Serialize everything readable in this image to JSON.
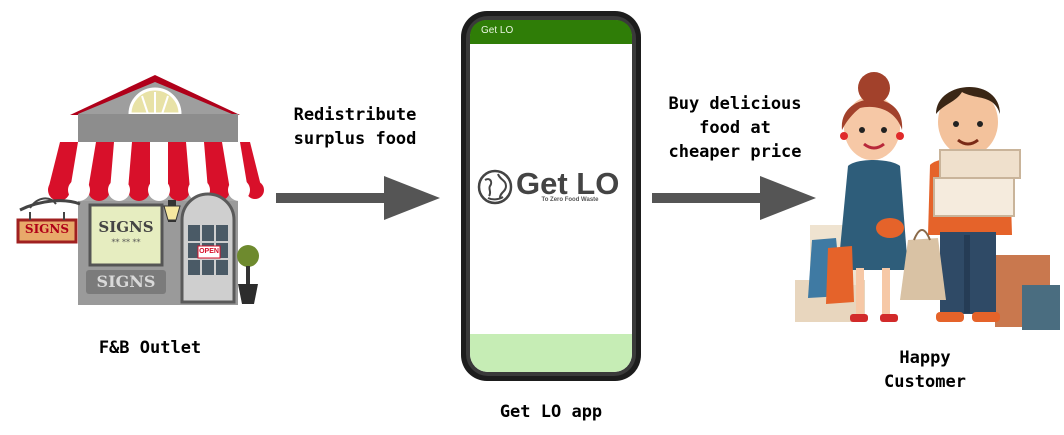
{
  "store": {
    "caption": "F&B Outlet",
    "sign_left": "SIGNS",
    "sign_window": "SIGNS",
    "sign_window_sub": "** ** **",
    "sign_base": "SIGNS",
    "door_sign": "OPEN"
  },
  "arrow_left": {
    "label_line1": "Redistribute",
    "label_line2": "surplus food"
  },
  "phone": {
    "status_title": "Get LO",
    "logo_text": "Get LO",
    "tagline": "To Zero Food Waste",
    "caption": "Get LO app",
    "colors": {
      "header": "#2f7d07",
      "bottom_panel": "#c6edb5",
      "logo": "#444444"
    }
  },
  "arrow_right": {
    "label_line1": "Buy delicious",
    "label_line2": "food at",
    "label_line3": "cheaper price"
  },
  "customer": {
    "caption_line1": "Happy",
    "caption_line2": "Customer"
  }
}
